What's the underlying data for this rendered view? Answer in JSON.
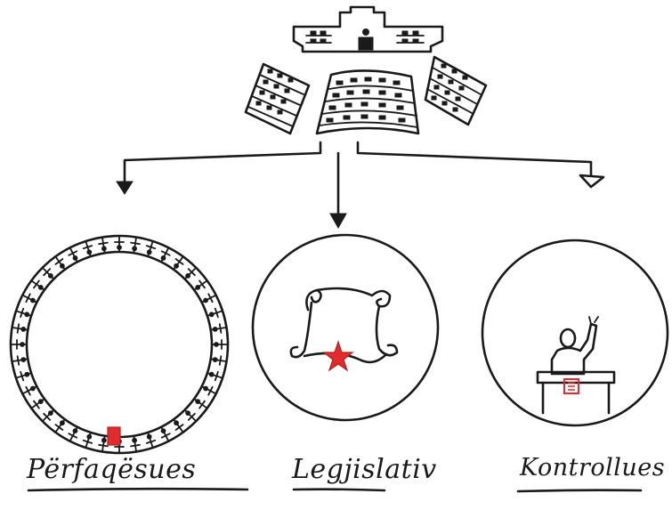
{
  "diagram": {
    "source": {
      "name": "parliament-hall"
    },
    "branches": [
      {
        "id": "representation",
        "label": "Përfaqësues",
        "icon": "ring-of-people-icon",
        "arrowhead": "filled"
      },
      {
        "id": "legislative",
        "label": "Legjislativ",
        "icon": "scroll-with-star-icon",
        "arrowhead": "filled"
      },
      {
        "id": "control",
        "label": "Kontrollues",
        "icon": "speaker-at-podium-icon",
        "arrowhead": "hollow"
      }
    ],
    "colors": {
      "ink": "#1a1a1a",
      "accent": "#e32b2b",
      "paper": "#ffffff"
    }
  }
}
